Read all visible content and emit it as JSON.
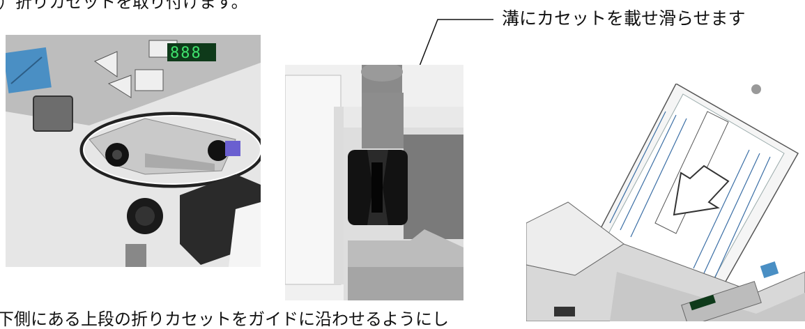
{
  "captions": {
    "top": "）折りカセットを取り付けます。",
    "right": "溝にカセットを載せ滑らせます",
    "bottom": "下側にある上段の折りカセットをガイドに沿わせるようにし"
  },
  "device_panel": {
    "display_text": "888"
  },
  "icons": {
    "arrow": "down-left-arrow-icon"
  }
}
